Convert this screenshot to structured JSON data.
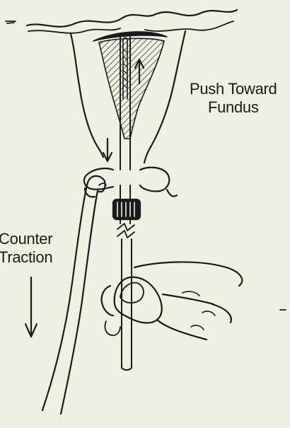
{
  "labels": {
    "push_line1": "Push Toward",
    "push_line2": "Fundus",
    "counter_line1": "Counter",
    "counter_line2": "Traction"
  },
  "colors": {
    "background": "#eef0e1",
    "ink": "#1a1a18"
  }
}
